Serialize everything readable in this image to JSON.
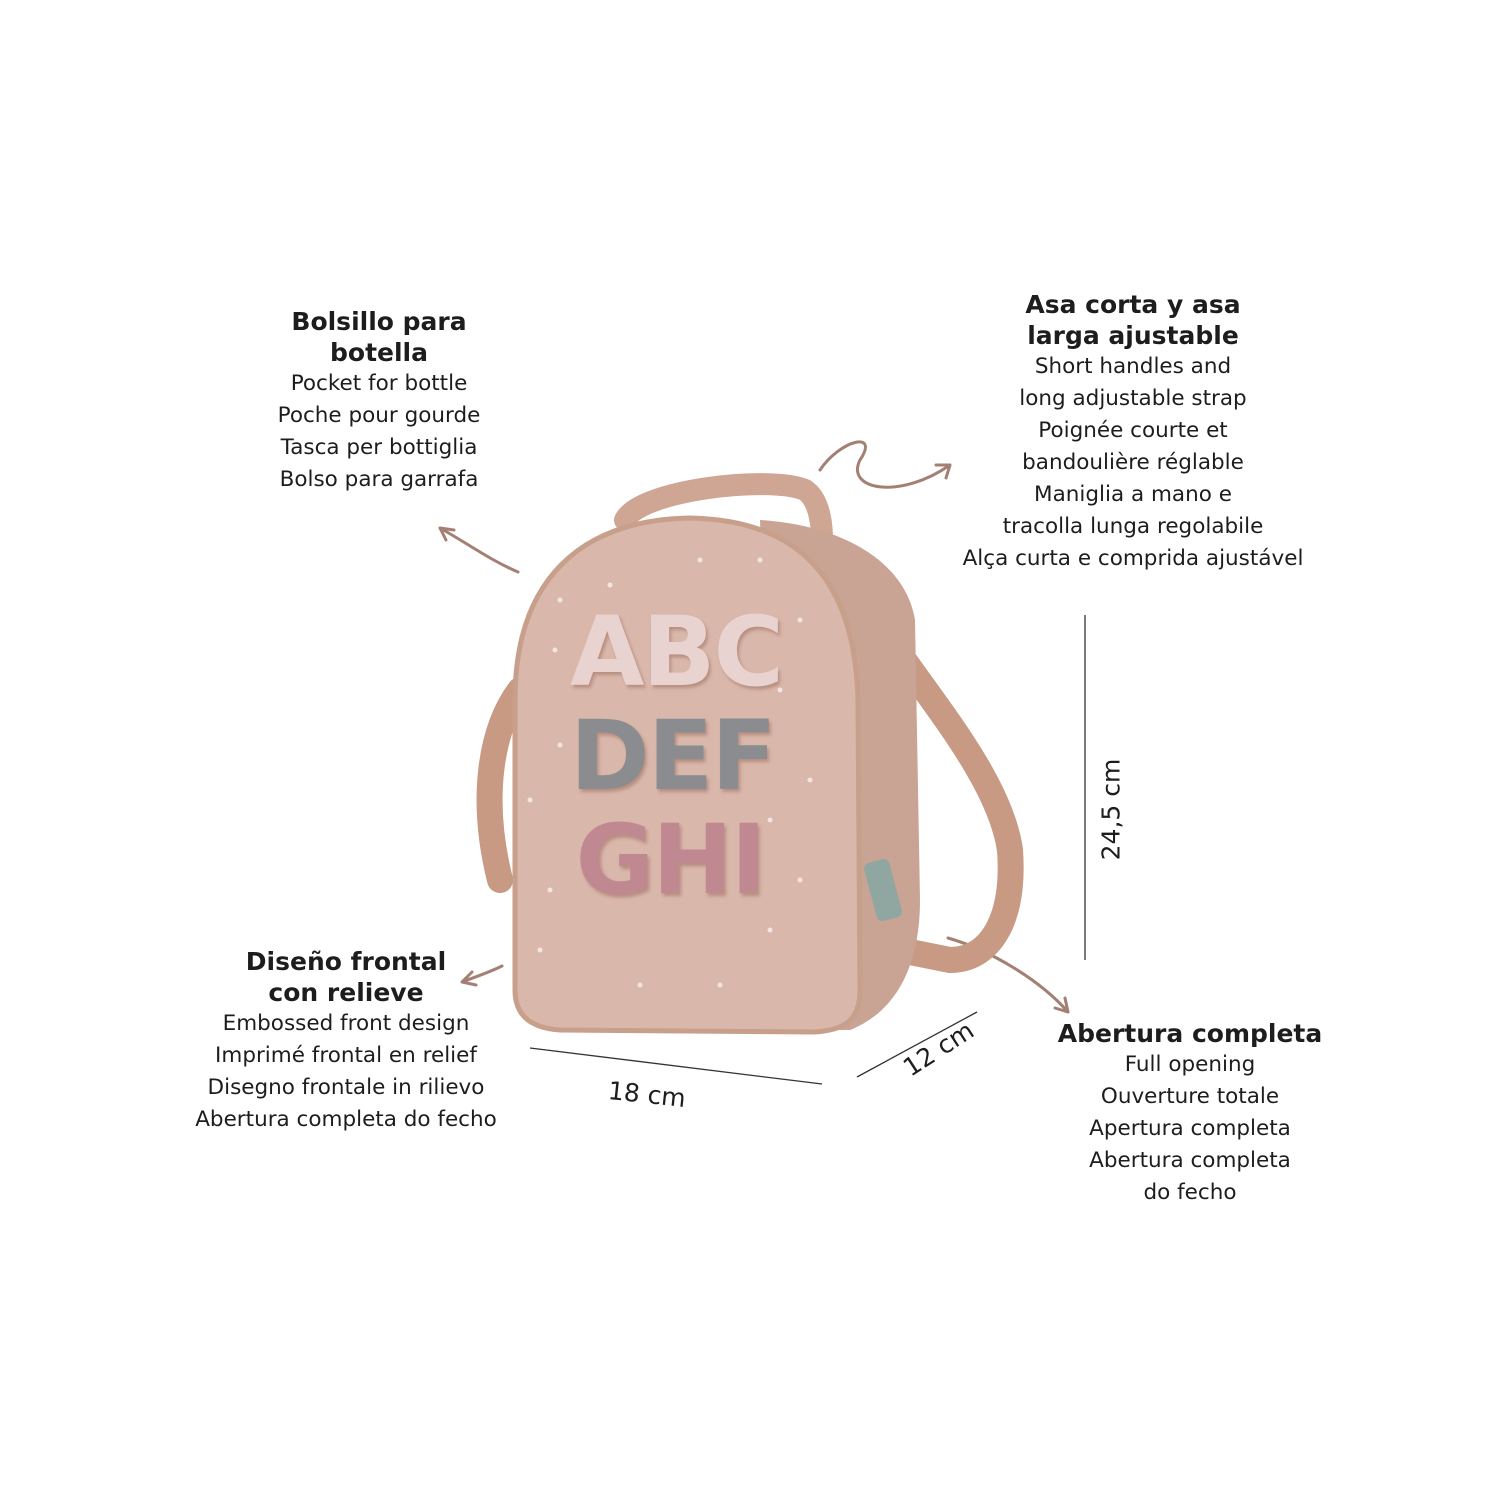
{
  "colors": {
    "arrow": "#a47f73",
    "bag": "#d9b7aa",
    "bag_side": "#c9a393",
    "strap": "#c89a84",
    "text": "#1d1d1d"
  },
  "features": {
    "bottle_pocket": {
      "title": [
        "Bolsillo para",
        "botella"
      ],
      "lines": [
        "Pocket for bottle",
        "Poche pour gourde",
        "Tasca per bottiglia",
        "Bolso para garrafa"
      ]
    },
    "handles": {
      "title": [
        "Asa corta y asa",
        "larga ajustable"
      ],
      "lines": [
        "Short handles and",
        "long adjustable strap",
        "Poignée courte et",
        "bandoulière réglable",
        "Maniglia a mano e",
        "tracolla lunga regolabile",
        "Alça curta e comprida ajustável"
      ]
    },
    "front_design": {
      "title": [
        "Diseño frontal",
        "con relieve"
      ],
      "lines": [
        "Embossed front design",
        "Imprimé frontal en relief",
        "Disegno frontale in rilievo",
        "Abertura completa do fecho"
      ]
    },
    "full_opening": {
      "title": [
        "Abertura completa"
      ],
      "lines": [
        "Full opening",
        "Ouverture totale",
        "Apertura completa",
        "Abertura completa",
        "do fecho"
      ]
    }
  },
  "dimensions": {
    "width": "18 cm",
    "depth": "12 cm",
    "height": "24,5 cm"
  },
  "bag": {
    "print_rows": [
      "ABC",
      "DEF",
      "GHI"
    ]
  }
}
